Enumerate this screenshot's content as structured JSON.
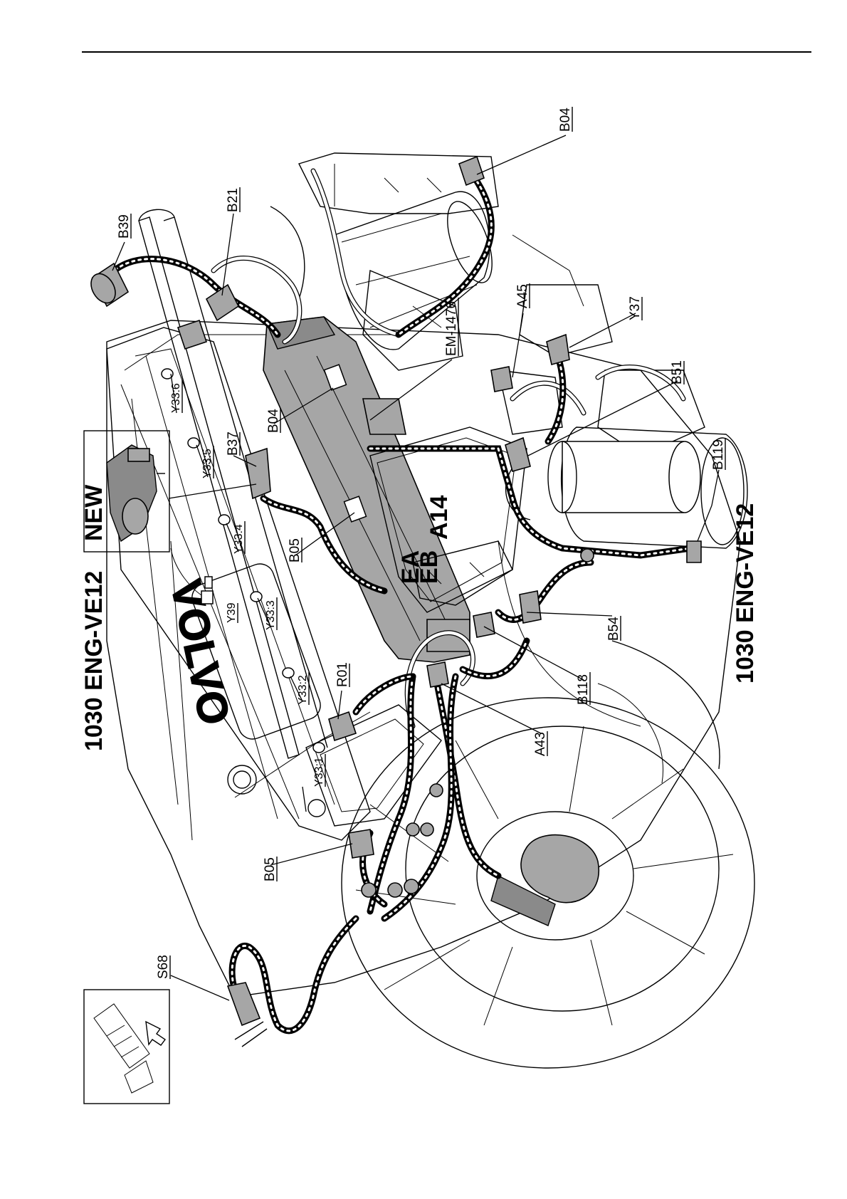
{
  "header": {
    "section_title": "1030  ENG-VE12"
  },
  "inset": {
    "badge": "NEW"
  },
  "unit": {
    "marking": "A14",
    "ea": "EA",
    "eb": "EB"
  },
  "logo_text": "VOLVO",
  "labels": {
    "b04_top": "B04",
    "b39": "B39",
    "b21": "B21",
    "em1476": "EM-1476",
    "a45": "A45",
    "y37": "Y37",
    "b51": "B51",
    "b119": "B119",
    "y33_6": "Y33:6",
    "y33_5": "Y33:5",
    "b37": "B37",
    "b04_mid": "B04",
    "y33_4": "Y33:4",
    "b05_mid": "B05",
    "y39": "Y39",
    "y33_3": "Y33:3",
    "y33_2": "Y33:2",
    "r01": "R01",
    "y33_1": "Y33:1",
    "b05_low": "B05",
    "a43": "A43",
    "b118": "B118",
    "b54": "B54",
    "s68": "S68"
  },
  "icons": [
    "front-direction-icon",
    "arrow-icon"
  ]
}
